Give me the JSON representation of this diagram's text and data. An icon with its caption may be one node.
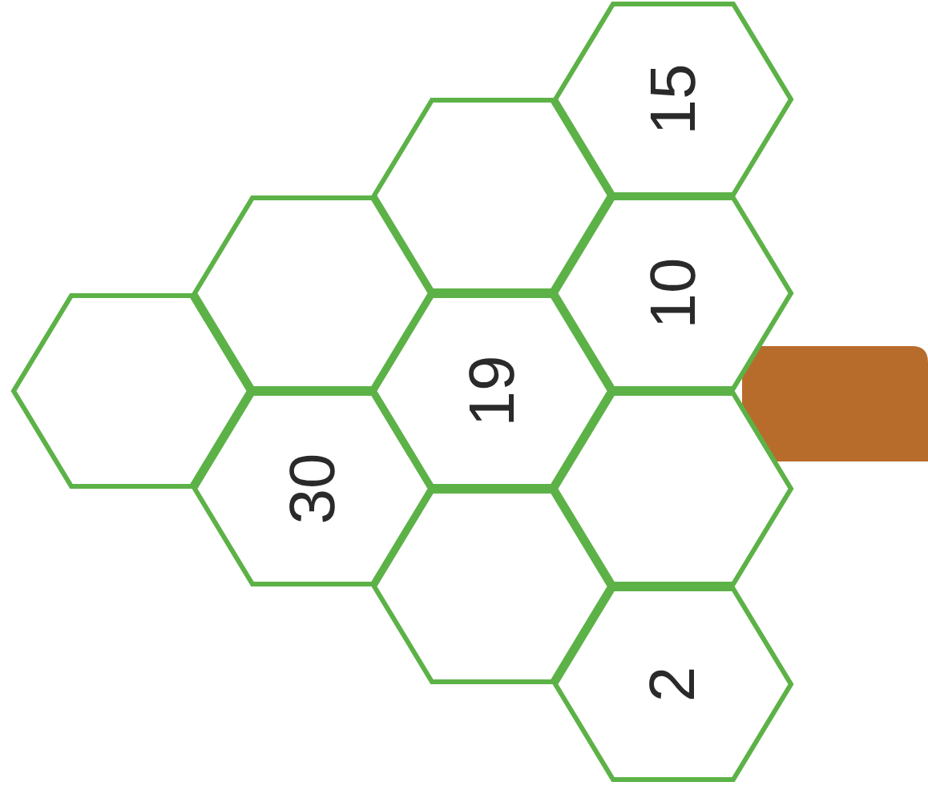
{
  "diagram": {
    "nodes": [
      {
        "text": [
          "15"
        ]
      },
      {
        "text": [],
        "shape": "hexagon"
      },
      {
        "text": [],
        "shape": "hexagon"
      },
      {
        "text": [
          "10"
        ]
      },
      {
        "text": [],
        "shape": "hexagon"
      },
      {
        "text": [
          "19"
        ]
      },
      {
        "text": [
          "30"
        ]
      },
      {
        "text": [],
        "shape": "hexagon"
      },
      {
        "text": [],
        "shape": "hexagon"
      },
      {
        "text": [
          "2"
        ]
      }
    ]
  }
}
